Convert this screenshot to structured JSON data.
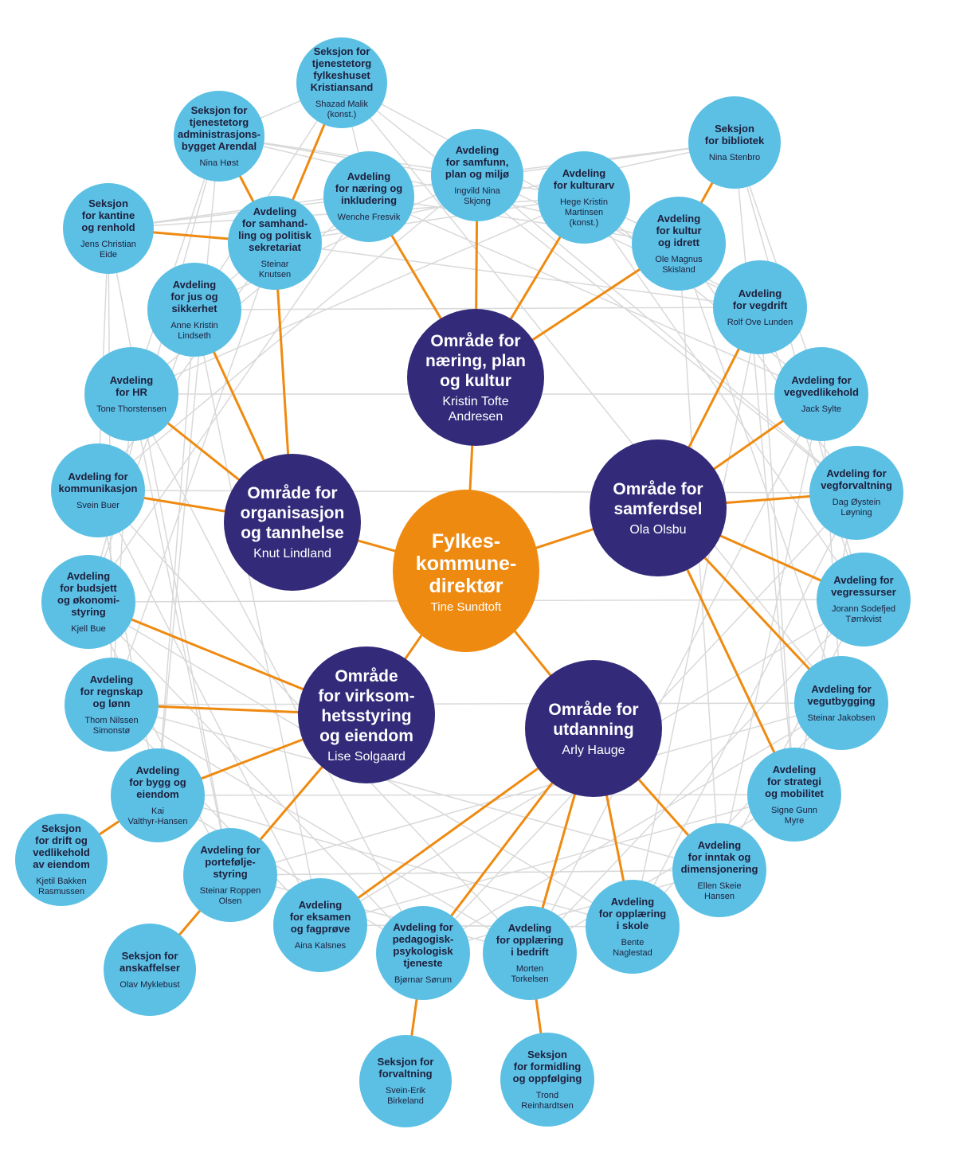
{
  "colors": {
    "accent": "#ef8a10",
    "area": "#332a7a",
    "unit": "#5bc0e4",
    "web": "#d9d9d9"
  },
  "nodes": [
    {
      "id": "dir",
      "title": "Fylkes-\nkommune-\ndirektør",
      "person": "Tine Sundtoft"
    },
    {
      "id": "npk",
      "title": "Område for\nnæring, plan\nog kultur",
      "person": "Kristin Tofte\nAndresen"
    },
    {
      "id": "org",
      "title": "Område for\norganisasjon\nog tannhelse",
      "person": "Knut Lindland"
    },
    {
      "id": "sam",
      "title": "Område for\nsamferdsel",
      "person": "Ola Olsbu"
    },
    {
      "id": "vir",
      "title": "Område\nfor virksom-\nhetsstyring\nog eiendom",
      "person": "Lise Solgaard"
    },
    {
      "id": "utd",
      "title": "Område for\nutdanning",
      "person": "Arly Hauge"
    },
    {
      "id": "tjk",
      "title": "Seksjon for\ntjenestetorg\nfylkeshuset\nKristiansand",
      "person": "Shazad Malik\n(konst.)"
    },
    {
      "id": "tja",
      "title": "Seksjon for\ntjenestetorg\nadministrasjons-\nbygget Arendal",
      "person": "Nina Høst"
    },
    {
      "id": "kan",
      "title": "Seksjon\nfor kantine\nog renhold",
      "person": "Jens Christian\nEide"
    },
    {
      "id": "shs",
      "title": "Avdeling\nfor samhand-\nling og politisk\nsekretariat",
      "person": "Steinar\nKnutsen"
    },
    {
      "id": "nai",
      "title": "Avdeling\nfor næring og\ninkludering",
      "person": "Wenche Fresvik"
    },
    {
      "id": "spm",
      "title": "Avdeling\nfor samfunn,\nplan og miljø",
      "person": "Ingvild Nina\nSkjong"
    },
    {
      "id": "kua",
      "title": "Avdeling\nfor kulturarv",
      "person": "Hege Kristin\nMartinsen\n(konst.)"
    },
    {
      "id": "bib",
      "title": "Seksjon\nfor bibliotek",
      "person": "Nina Stenbro"
    },
    {
      "id": "kui",
      "title": "Avdeling\nfor kultur\nog idrett",
      "person": "Ole Magnus\nSkisland"
    },
    {
      "id": "jus",
      "title": "Avdeling\nfor jus og\nsikkerhet",
      "person": "Anne Kristin\nLindseth"
    },
    {
      "id": "vdr",
      "title": "Avdeling\nfor vegdrift",
      "person": "Rolf Ove Lunden"
    },
    {
      "id": "hr",
      "title": "Avdeling\nfor HR",
      "person": "Tone Thorstensen"
    },
    {
      "id": "vvl",
      "title": "Avdeling for\nvegvedlikehold",
      "person": "Jack Sylte"
    },
    {
      "id": "kom",
      "title": "Avdeling for\nkommunikasjon",
      "person": "Svein Buer"
    },
    {
      "id": "vfv",
      "title": "Avdeling for\nvegforvaltning",
      "person": "Dag Øystein\nLøyning"
    },
    {
      "id": "bud",
      "title": "Avdeling\nfor budsjett\nog økonomi-\nstyring",
      "person": "Kjell Bue"
    },
    {
      "id": "vre",
      "title": "Avdeling for\nvegressurser",
      "person": "Jorann Sodefjed\nTørnkvist"
    },
    {
      "id": "reg",
      "title": "Avdeling\nfor regnskap\nog lønn",
      "person": "Thom Nilssen\nSimonstø"
    },
    {
      "id": "vut",
      "title": "Avdeling for\nvegutbygging",
      "person": "Steinar Jakobsen"
    },
    {
      "id": "bye",
      "title": "Avdeling\nfor bygg og\neiendom",
      "person": "Kai\nValthyr-Hansen"
    },
    {
      "id": "stm",
      "title": "Avdeling\nfor strategi\nog mobilitet",
      "person": "Signe Gunn\nMyre"
    },
    {
      "id": "drv",
      "title": "Seksjon\nfor drift og\nvedlikehold\nav eiendom",
      "person": "Kjetil Bakken\nRasmussen"
    },
    {
      "id": "por",
      "title": "Avdeling for\nportefølje-\nstyring",
      "person": "Steinar Roppen\nOlsen"
    },
    {
      "id": "ind",
      "title": "Avdeling\nfor inntak og\ndimensjonering",
      "person": "Ellen Skeie\nHansen"
    },
    {
      "id": "eks",
      "title": "Avdeling\nfor eksamen\nog fagprøve",
      "person": "Aina Kalsnes"
    },
    {
      "id": "oms",
      "title": "Avdeling\nfor opplæring\ni skole",
      "person": "Bente\nNaglestad"
    },
    {
      "id": "ppt",
      "title": "Avdeling for\npedagogisk-\npsykologisk\ntjeneste",
      "person": "Bjørnar Sørum"
    },
    {
      "id": "omb",
      "title": "Avdeling\nfor opplæring\ni bedrift",
      "person": "Morten\nTorkelsen"
    },
    {
      "id": "ans",
      "title": "Seksjon for\nanskaffelser",
      "person": "Olav Myklebust"
    },
    {
      "id": "fvt",
      "title": "Seksjon for\nforvaltning",
      "person": "Svein-Erik\nBirkeland"
    },
    {
      "id": "fop",
      "title": "Seksjon\nfor formidling\nog oppfølging",
      "person": "Trond\nReinhardtsen"
    }
  ],
  "links": [
    [
      "dir",
      "npk"
    ],
    [
      "dir",
      "org"
    ],
    [
      "dir",
      "sam"
    ],
    [
      "dir",
      "vir"
    ],
    [
      "dir",
      "utd"
    ],
    [
      "npk",
      "nai"
    ],
    [
      "npk",
      "spm"
    ],
    [
      "npk",
      "kua"
    ],
    [
      "npk",
      "kui"
    ],
    [
      "kui",
      "bib"
    ],
    [
      "org",
      "shs"
    ],
    [
      "org",
      "jus"
    ],
    [
      "org",
      "hr"
    ],
    [
      "org",
      "kom"
    ],
    [
      "shs",
      "tjk"
    ],
    [
      "shs",
      "tja"
    ],
    [
      "shs",
      "kan"
    ],
    [
      "sam",
      "vdr"
    ],
    [
      "sam",
      "vvl"
    ],
    [
      "sam",
      "vfv"
    ],
    [
      "sam",
      "vre"
    ],
    [
      "sam",
      "vut"
    ],
    [
      "sam",
      "stm"
    ],
    [
      "vir",
      "bud"
    ],
    [
      "vir",
      "reg"
    ],
    [
      "vir",
      "bye"
    ],
    [
      "vir",
      "por"
    ],
    [
      "bye",
      "drv"
    ],
    [
      "por",
      "ans"
    ],
    [
      "utd",
      "eks"
    ],
    [
      "utd",
      "ppt"
    ],
    [
      "utd",
      "omb"
    ],
    [
      "utd",
      "oms"
    ],
    [
      "utd",
      "ind"
    ],
    [
      "ppt",
      "fvt"
    ],
    [
      "omb",
      "fop"
    ]
  ]
}
